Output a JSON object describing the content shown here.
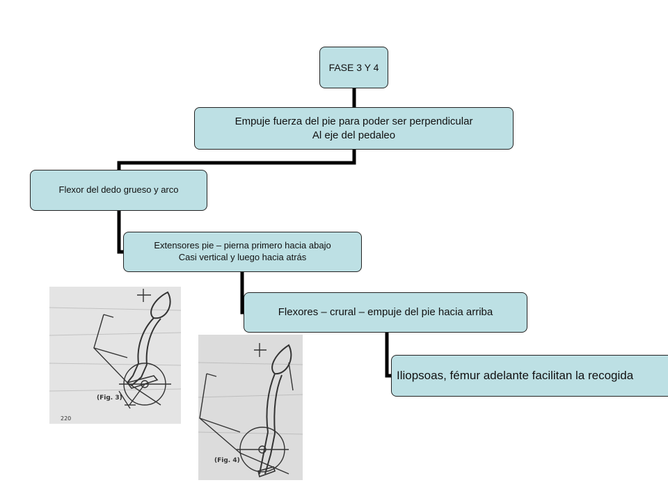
{
  "diagram": {
    "nodes": [
      {
        "id": "n1",
        "lines": [
          "FASE 3 Y 4"
        ]
      },
      {
        "id": "n2",
        "lines": [
          "Empuje fuerza del pie para poder ser perpendicular",
          "Al eje del pedaleo"
        ]
      },
      {
        "id": "n3",
        "lines": [
          "Flexor del dedo grueso y arco"
        ]
      },
      {
        "id": "n4",
        "lines": [
          "Extensores pie – pierna primero hacia abajo",
          "Casi vertical y luego hacia atrás"
        ]
      },
      {
        "id": "n5",
        "lines": [
          "Flexores – crural – empuje del pie hacia arriba"
        ]
      },
      {
        "id": "n6",
        "lines": [
          "Iliopsoas, fémur adelante facilitan la recogida"
        ]
      }
    ],
    "edges": [
      [
        "n1",
        "n2"
      ],
      [
        "n2",
        "n3"
      ],
      [
        "n3",
        "n4"
      ],
      [
        "n4",
        "n5"
      ],
      [
        "n5",
        "n6"
      ]
    ],
    "colors": {
      "node_fill": "#bde0e4",
      "node_border": "#222222",
      "connector": "#000000"
    }
  },
  "figures": {
    "fig3": {
      "caption": "(Fig. 3)",
      "page_number": "220"
    },
    "fig4": {
      "caption": "(Fig. 4)"
    }
  }
}
